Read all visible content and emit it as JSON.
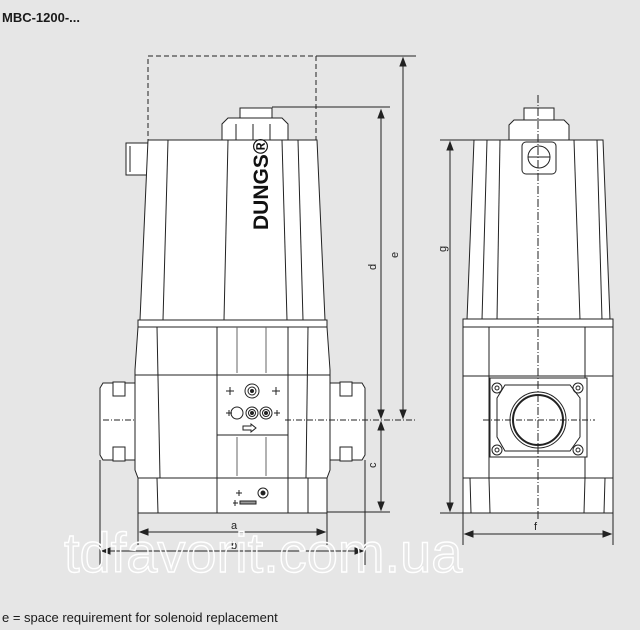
{
  "title": "MBC-1200-...",
  "footnote": "e = space requirement for solenoid replacement",
  "brand_logo": "DUNGS®",
  "watermark": "tdfavorit.com.ua",
  "dimensions": {
    "a": "a",
    "b": "b",
    "c": "c",
    "d": "d",
    "e": "e",
    "f": "f",
    "g": "g"
  },
  "views": [
    "side-view",
    "front-view"
  ],
  "colors": {
    "background": "#e6e6e6",
    "body_fill": "#ffffff",
    "line": "#222222",
    "watermark": "#ffffff"
  }
}
